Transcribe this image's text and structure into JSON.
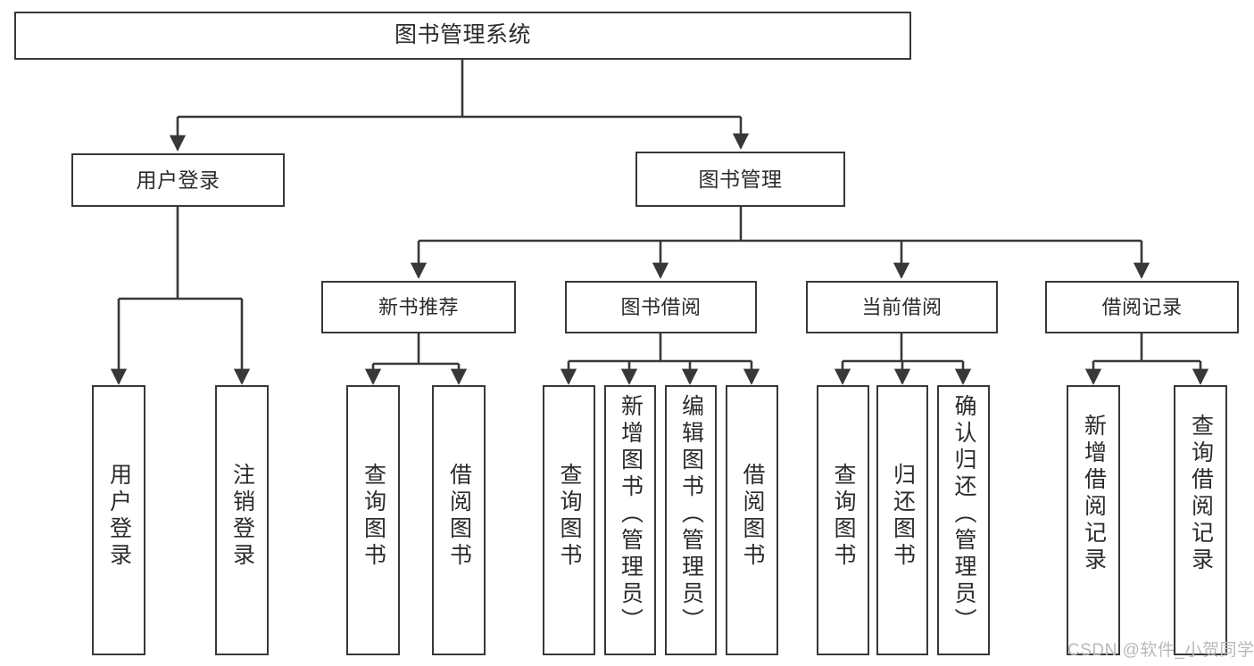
{
  "diagram": {
    "title": "图书管理系统",
    "type": "tree-hierarchy",
    "style": {
      "stroke": "#37383a",
      "fill": "#ffffff",
      "text": "#2b2b2b",
      "watermark_color": "#b9b9b9"
    },
    "root": {
      "label": "图书管理系统"
    },
    "level2": [
      {
        "label": "用户登录"
      },
      {
        "label": "图书管理"
      }
    ],
    "level3": [
      {
        "label": "新书推荐"
      },
      {
        "label": "图书借阅"
      },
      {
        "label": "当前借阅"
      },
      {
        "label": "借阅记录"
      }
    ],
    "leaves": {
      "user_login": [
        {
          "label": "用户登录"
        },
        {
          "label": "注销登录"
        }
      ],
      "new_book_recommend": [
        {
          "label": "查询图书"
        },
        {
          "label": "借阅图书"
        }
      ],
      "book_borrow": [
        {
          "label": "查询图书"
        },
        {
          "label": "新增图书（管理员）"
        },
        {
          "label": "编辑图书（管理员）"
        },
        {
          "label": "借阅图书"
        }
      ],
      "current_borrow": [
        {
          "label": "查询图书"
        },
        {
          "label": "归还图书"
        },
        {
          "label": "确认归还（管理员）"
        }
      ],
      "borrow_record": [
        {
          "label": "新增借阅记录"
        },
        {
          "label": "查询借阅记录"
        }
      ]
    }
  },
  "watermark": {
    "text": "CSDN @软件_小贺同学"
  }
}
